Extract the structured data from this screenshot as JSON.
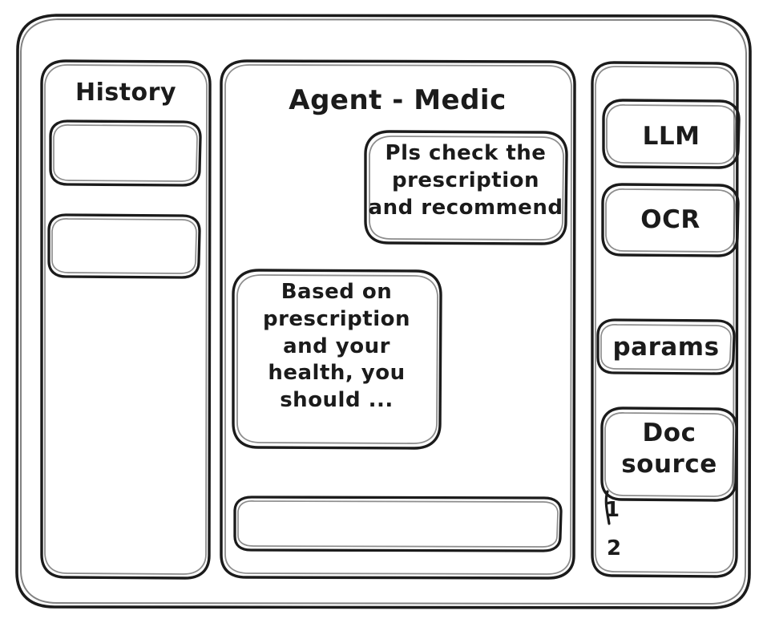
{
  "window": {
    "style": "hand-drawn-wireframe",
    "stroke_color": "#1b1b1b",
    "background_color": "#ffffff"
  },
  "sidebar_left": {
    "title": "History",
    "items": [
      {
        "label": ""
      },
      {
        "label": ""
      }
    ]
  },
  "main": {
    "title": "Agent - Medic",
    "messages": [
      {
        "role": "user",
        "text": "Pls check the\nprescription\nand recommend"
      },
      {
        "role": "assistant",
        "text": "Based on\nprescription\nand your\nhealth, you\nshould ..."
      }
    ],
    "composer": {
      "value": "",
      "placeholder": ""
    }
  },
  "sidebar_right": {
    "buttons": [
      {
        "label": "LLM"
      },
      {
        "label": "OCR"
      },
      {
        "label": "params"
      }
    ],
    "doc_source": {
      "label": "Doc\nsource",
      "items": [
        "1",
        "2"
      ]
    }
  }
}
